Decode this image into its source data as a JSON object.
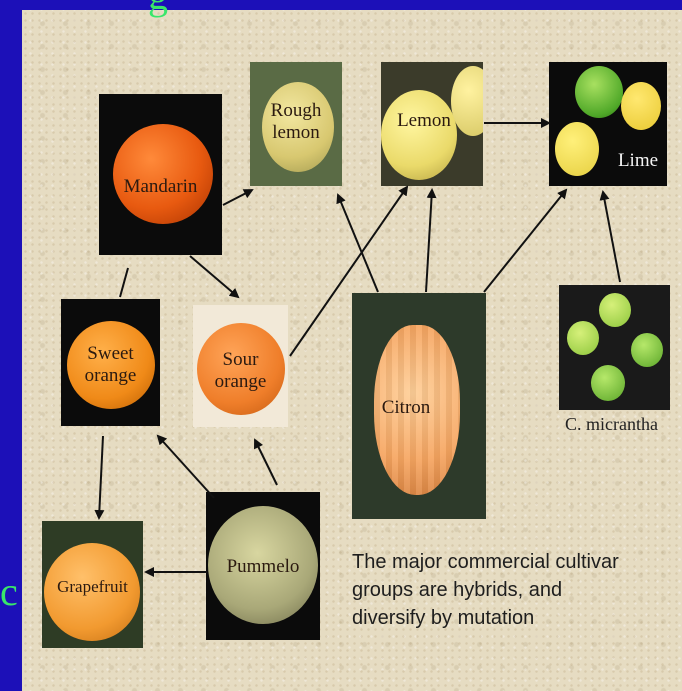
{
  "slide": {
    "edge_glyph_top": "g",
    "edge_glyph_left": "c"
  },
  "nodes": {
    "mandarin": "Mandarin",
    "rough_lemon": "Rough\nlemon",
    "lemon": "Lemon",
    "lime": "Lime",
    "sweet_orange": "Sweet\norange",
    "sour_orange": "Sour\norange",
    "citron": "Citron",
    "c_micrantha": "C. micrantha",
    "grapefruit": "Grapefruit",
    "pummelo": "Pummelo"
  },
  "caption": "The major commercial cultivar\ngroups are hybrids, and\ndiversify by mutation",
  "colors": {
    "background_frame": "#1c10b8",
    "accent_green": "#39e66a",
    "arrow": "#111111"
  }
}
